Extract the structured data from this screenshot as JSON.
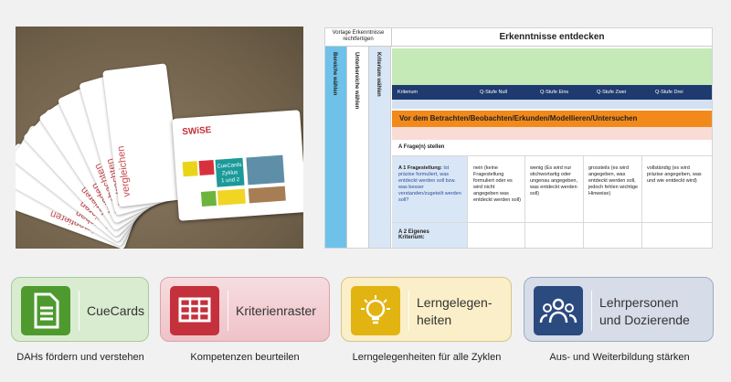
{
  "photo": {
    "card_labels": [
      "experimentieren",
      "versuchen",
      "laborieren",
      "explorieren",
      "erkunden",
      "beobachten",
      "betrachten",
      "vergleichen"
    ],
    "front_card": {
      "logo": "SWiSE",
      "title_line1": "CueCards",
      "title_line2": "Zyklus",
      "title_line3": "1 und 2"
    }
  },
  "table": {
    "top_left": "Vorlage Erkenntnisse rechtfertigen",
    "title": "Erkenntnisse entdecken",
    "vertical_labels": [
      "Bereiche wählen",
      "Unterbereiche wählen",
      "Kriterium wählen"
    ],
    "header_cells": [
      "Kriterium",
      "Q-Stufe Null",
      "Q-Stufe Eins",
      "Q-Stufe Zwei",
      "Q-Stufe Drei"
    ],
    "orange_bar": "Vor dem Betrachten/Beobachten/Erkunden/Modellieren/Untersuchen",
    "row_a": "A Frage(n) stellen",
    "row_a1_label": "A 1 Fragestellung:",
    "row_a1_text": "Ist präzise formuliert, was entdeckt werden soll bzw. was besser verstanden/zugeteilt werden soll?",
    "row_a1_cells": [
      "nein (keine Fragestellung formuliert oder es wird nicht angegeben was entdeckt werden soll)",
      "wenig (Es wird nur stichwortartig oder ungenau angegeben, was entdeckt werden soll)",
      "grossteils (es wird angegeben, was entdeckt werden soll, jedoch fehlen wichtige Hinweise)",
      "vollständig (es wird präzise angegeben, was und wie entdeckt wird)"
    ],
    "row_a2_label": "A 2 Eigenes Kriterium:"
  },
  "buttons": [
    {
      "label": "CueCards",
      "caption": "DAHs fördern und verstehen",
      "icon": "document-icon",
      "bg": "#d9ecd0",
      "iconbg": "#4e9a2f"
    },
    {
      "label": "Kriterienraster",
      "caption": "Kompetenzen beurteilen",
      "icon": "grid-table-icon",
      "bg": "#f4d2d6",
      "iconbg": "#c4303c"
    },
    {
      "label_line1": "Lerngelegen-",
      "label_line2": "heiten",
      "caption": "Lerngelegenheiten für alle Zyklen",
      "icon": "lightbulb-icon",
      "bg": "#faefc8",
      "iconbg": "#e2b412"
    },
    {
      "label_line1": "Lehrpersonen",
      "label_line2": "und Dozierende",
      "caption": "Aus- und Weiterbildung stärken",
      "icon": "people-group-icon",
      "bg": "#d6dce8",
      "iconbg": "#2b4a7e"
    }
  ]
}
